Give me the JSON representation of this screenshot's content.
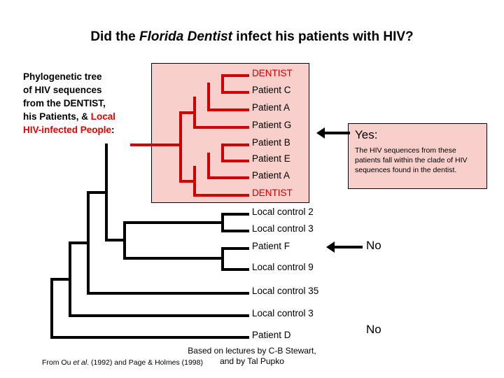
{
  "title": {
    "before": "Did the ",
    "italic": "Florida Dentist",
    "after": " infect his patients with HIV?"
  },
  "caption": {
    "line1": "Phylogenetic tree",
    "line2": "of HIV sequences",
    "line3": "from the DENTIST,",
    "line4": "his Patients, & ",
    "line4_red": "Local",
    "line5_red": "HIV-infected People",
    "line5_end": ":"
  },
  "clade": {
    "leaves": [
      "DENTIST",
      "Patient C",
      "Patient A",
      "Patient G",
      "Patient B",
      "Patient E",
      "Patient A",
      "DENTIST"
    ]
  },
  "outgroup": {
    "leaves": [
      "Local control 2",
      "Local control 3",
      "Patient F",
      "Local control 9",
      "Local control 35",
      "Local control 3",
      "Patient D"
    ]
  },
  "answers": {
    "yes_heading": "Yes:",
    "yes_body": "The HIV sequences from these patients fall within the clade of HIV sequences found in the dentist.",
    "no_1": "No",
    "no_2": "No"
  },
  "credits": {
    "line1": "Based on lectures by C-B Stewart,",
    "line2": "and by Tal Pupko",
    "source_pre": "From Ou ",
    "source_ital": "et al",
    "source_post": ". (1992) and Page & Holmes (1998)"
  },
  "colors": {
    "clade_red": "#d40000",
    "pink_fill": "#f9cfcb",
    "black": "#000000"
  }
}
